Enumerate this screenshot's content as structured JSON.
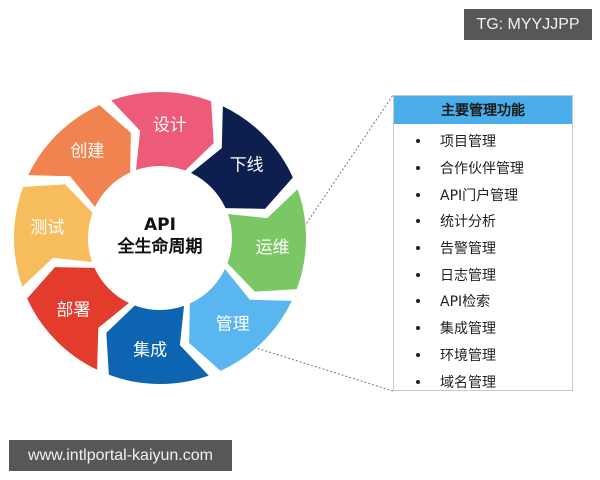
{
  "diagram": {
    "center": {
      "line1": "API",
      "line2": "全生命周期"
    },
    "segments": [
      {
        "label": "设计",
        "color": "#ee5a7a",
        "text_color": "#ffffff"
      },
      {
        "label": "下线",
        "color": "#0c1f4e",
        "text_color": "#ffffff"
      },
      {
        "label": "运维",
        "color": "#7cc765",
        "text_color": "#ffffff"
      },
      {
        "label": "管理",
        "color": "#5ab6ee",
        "text_color": "#0f2e5a"
      },
      {
        "label": "集成",
        "color": "#0d64b0",
        "text_color": "#ffffff"
      },
      {
        "label": "部署",
        "color": "#e33b2c",
        "text_color": "#ffffff"
      },
      {
        "label": "测试",
        "color": "#f7bd5c",
        "text_color": "#ffffff"
      },
      {
        "label": "创建",
        "color": "#f0834f",
        "text_color": "#ffffff"
      }
    ]
  },
  "panel": {
    "title": "主要管理功能",
    "header_color": "#4aaeea",
    "items": [
      "项目管理",
      "合作伙伴管理",
      "API门户管理",
      "统计分析",
      "告警管理",
      "日志管理",
      "API检索",
      "集成管理",
      "环境管理",
      "域名管理"
    ]
  },
  "watermarks": {
    "top_right": "TG: MYYJJPP",
    "bottom_left": "www.intlportal-kaiyun.com"
  }
}
